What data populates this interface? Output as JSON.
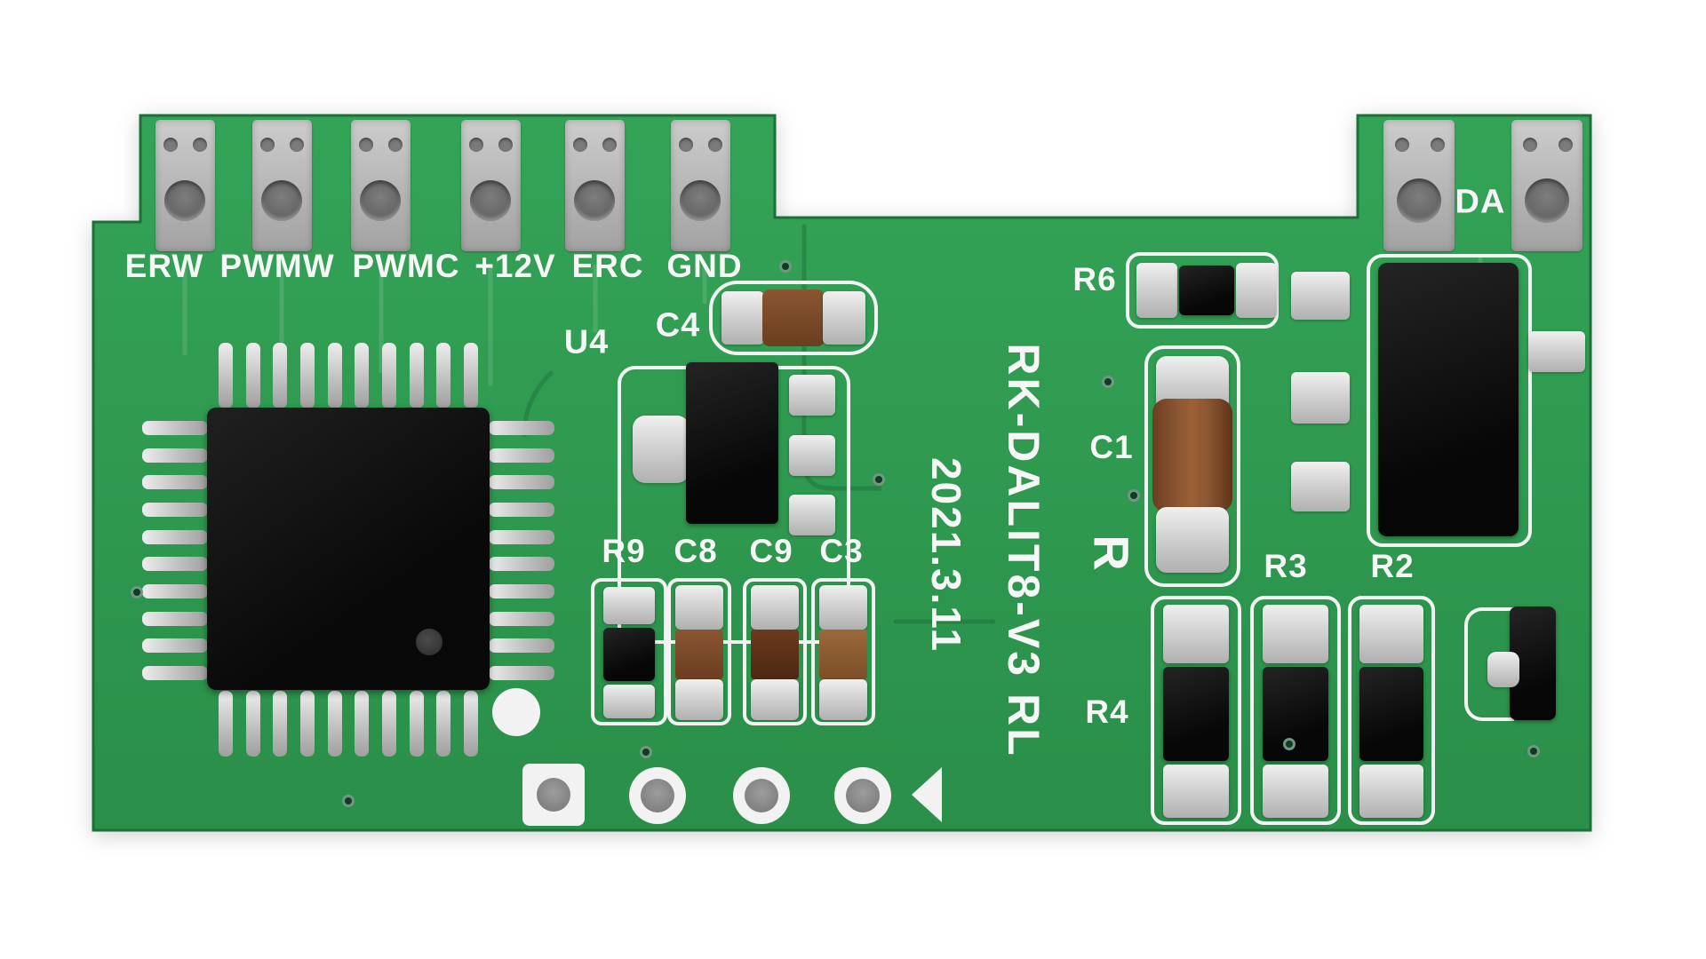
{
  "board": {
    "model": "RK-DALIT8-V3 RL",
    "date": "2021.3.11"
  },
  "terminals": {
    "left": [
      "ERW",
      "PWMW",
      "PWMC",
      "+12V",
      "ERC",
      "GND"
    ],
    "right": [
      "DA"
    ]
  },
  "silkscreen_labels": {
    "u4": "U4",
    "c4": "C4",
    "r9": "R9",
    "c8": "C8",
    "c9": "C9",
    "c3": "C3",
    "r6": "R6",
    "c1": "C1",
    "r": "R",
    "r3": "R3",
    "r2": "R2",
    "r4": "R4"
  },
  "colors": {
    "pcb_green": "#2f9b50",
    "pcb_green_dark": "#27884476",
    "silkscreen": "#f3f3f3",
    "pad_silver": "#d2d2d2",
    "component_black": "#0d0d0d",
    "capacitor_brown": "#7b4a2b",
    "hole_gray": "#6e6e6e"
  }
}
